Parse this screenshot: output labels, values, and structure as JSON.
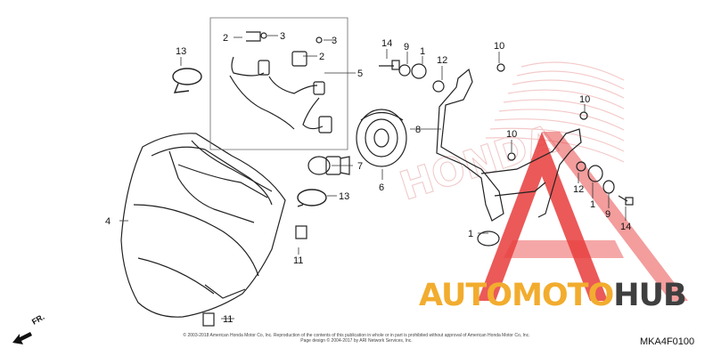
{
  "diagram": {
    "callouts": {
      "c1a": "1",
      "c1b": "1",
      "c1c": "1",
      "c2a": "2",
      "c2b": "2",
      "c3a": "3",
      "c3b": "3",
      "c4": "4",
      "c5": "5",
      "c6": "6",
      "c7": "7",
      "c8": "8",
      "c9a": "9",
      "c9b": "9",
      "c10a": "10",
      "c10b": "10",
      "c10c": "10",
      "c11a": "11",
      "c11b": "11",
      "c12a": "12",
      "c12b": "12",
      "c13a": "13",
      "c13b": "13",
      "c14a": "14",
      "c14b": "14"
    },
    "direction_label": "FR.",
    "diagram_code": "MKA4F0100",
    "copyright_line1": "© 2003-2018 American Honda Motor Co, Inc. Reproduction of the contents of this publication in whole or in part is prohibited without approval of American Honda Motor Co, Inc.",
    "copyright_line2": "Page design © 2004-2017 by ARI Network Services, Inc."
  },
  "watermark": {
    "brand_part1": "AUTO",
    "brand_part2": "MOTO",
    "brand_part3": "HUB",
    "accent_color": "#f2ac2e",
    "dark_color": "#3f3f3f",
    "triangle_color": "#e83c3c"
  }
}
